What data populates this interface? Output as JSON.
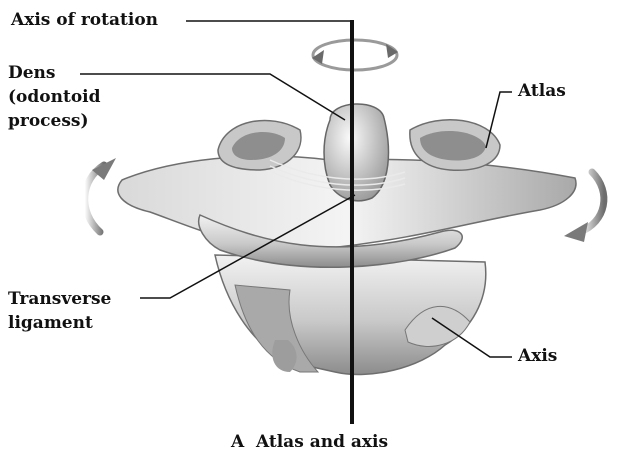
{
  "labels": {
    "axis_of_rotation": "Axis of rotation",
    "dens_line1": "Dens",
    "dens_line2": "(odontoid",
    "dens_line3": "process)",
    "atlas": "Atlas",
    "transverse_line1": "Transverse",
    "transverse_line2": "ligament",
    "axis": "Axis"
  },
  "caption": {
    "letter": "A",
    "text": "Atlas and axis"
  },
  "colors": {
    "bone_light": "#e6e6e6",
    "bone_mid": "#b4b4b4",
    "bone_dark": "#6e6e6e",
    "line": "#111111",
    "arrow": "#8a8a8a"
  }
}
